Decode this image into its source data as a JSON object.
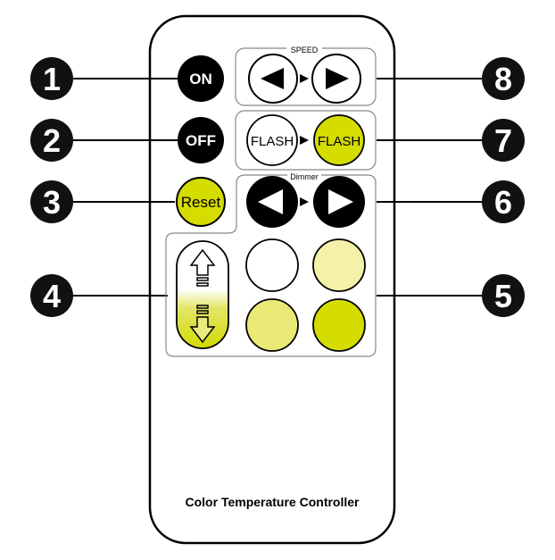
{
  "remote": {
    "footer_label": "Color Temperature Controller"
  },
  "callouts": [
    "1",
    "2",
    "3",
    "4",
    "5",
    "6",
    "7",
    "8"
  ],
  "buttons": {
    "on": "ON",
    "off": "OFF",
    "reset": "Reset",
    "flash_left": "FLASH",
    "flash_right": "FLASH"
  },
  "groups": {
    "speed": "SPEED",
    "dimmer": "Dimmer"
  },
  "colors": {
    "yellow": "#d4dc00",
    "light_yellow": "#f4f1a8",
    "pale_yellow": "#e9ea75",
    "white": "#ffffff",
    "black": "#000000"
  }
}
